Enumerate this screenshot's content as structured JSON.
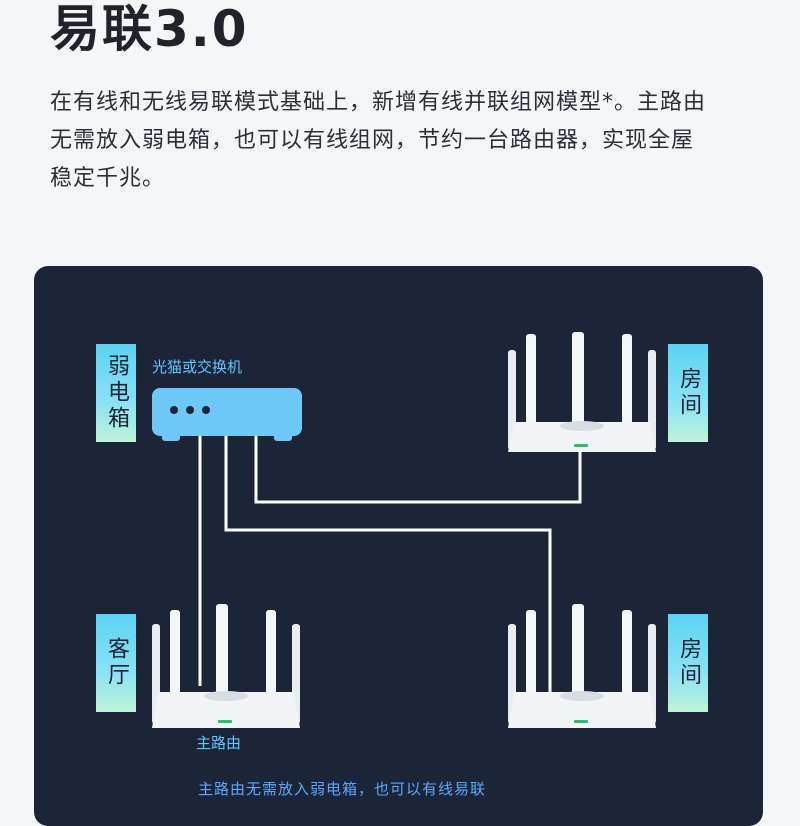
{
  "title": "易联3.0",
  "description": [
    "在有线和无线易联模式基础上，新增有线并联组网模型*。主路由",
    "无需放入弱电箱，也可以有线组网，节约一台路由器，实现全屋",
    "稳定千兆。"
  ],
  "diagram": {
    "labels": {
      "weak_box": "弱电箱",
      "room_top": "房间",
      "living_room": "客厅",
      "room_bottom": "房间"
    },
    "switch_caption": "光猫或交换机",
    "main_router_caption": "主路由",
    "footer_note": "主路由无需放入弱电箱，也可以有线易联"
  },
  "colors": {
    "panel_bg": "#1c2538",
    "switch_body": "#6ec8f7",
    "cable": "#ffffff",
    "accent_text": "#5fc6ff"
  }
}
